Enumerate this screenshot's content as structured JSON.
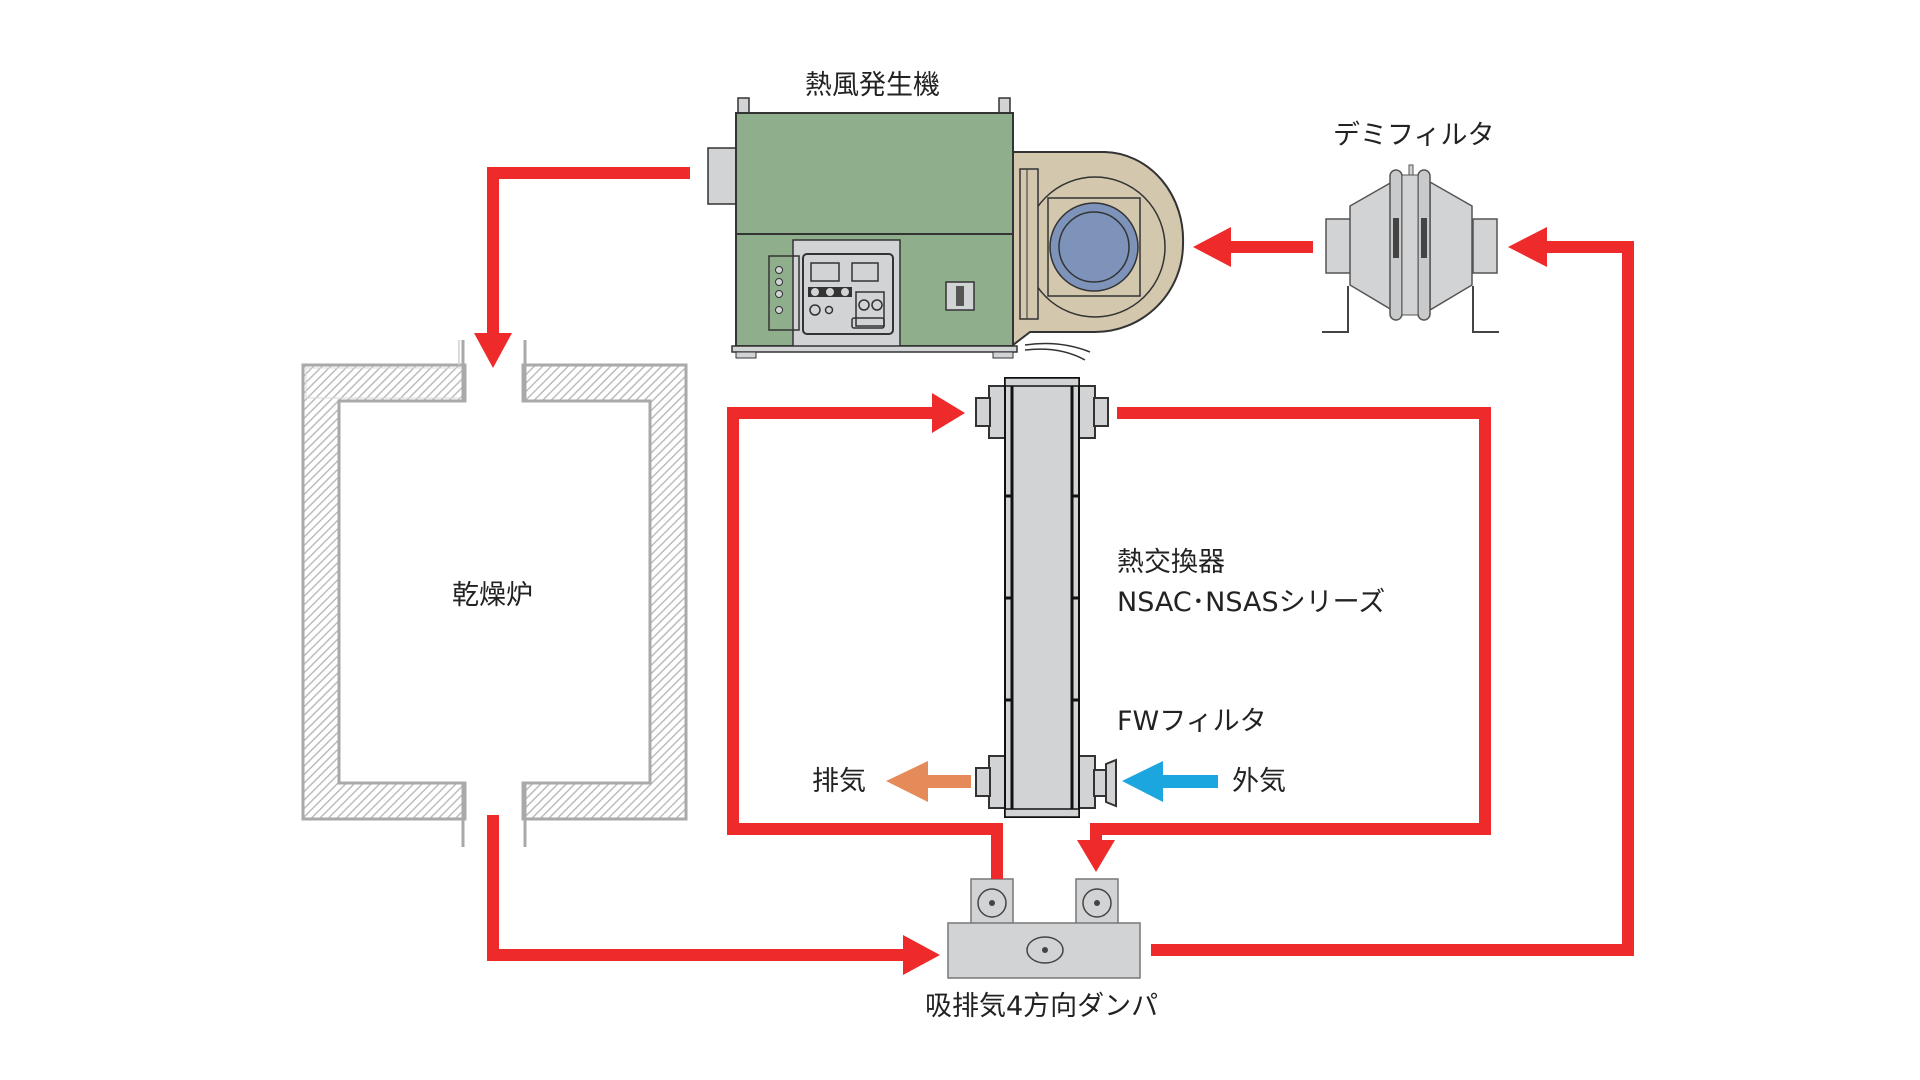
{
  "labels": {
    "heat_generator": "熱風発生機",
    "demi_filter": "デミフィルタ",
    "drying_furnace": "乾燥炉",
    "heat_exchanger": "熱交換器",
    "heat_exchanger_series": "NSAC･NSASシリーズ",
    "fw_filter": "FWフィルタ",
    "exhaust": "排気",
    "outside_air": "外気",
    "damper": "吸排気4方向ダンパ"
  },
  "colors": {
    "flow_hot": "#EE2A2A",
    "flow_exhaust": "#E58B5A",
    "flow_outside": "#1BA6E0",
    "generator_body": "#8FAE8C",
    "blower_scroll": "#D3C7AE",
    "blower_inlet": "#7D93BA",
    "equipment_gray": "#D2D3D5",
    "furnace_wall": "#B5B5B5"
  }
}
